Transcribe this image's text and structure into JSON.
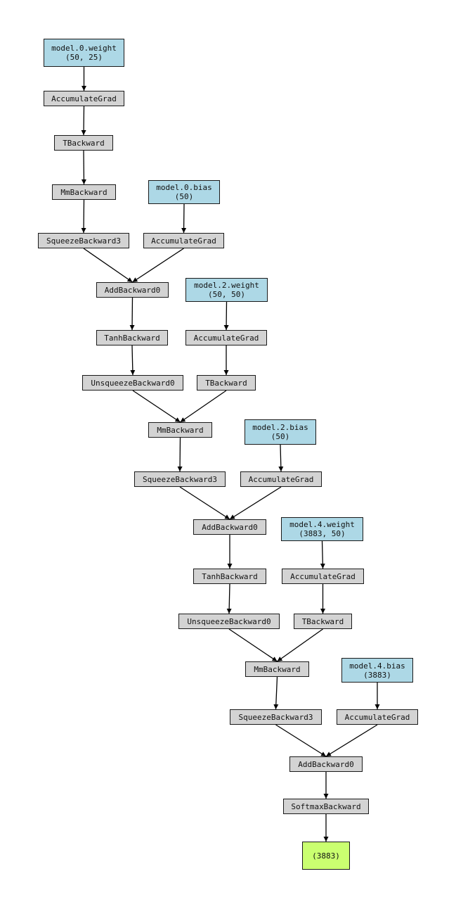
{
  "colors": {
    "param": "#add8e6",
    "op": "#d3d3d3",
    "output": "#caff70",
    "edge": "#000000"
  },
  "nodes": [
    {
      "id": "w0",
      "kind": "param",
      "label": "model.0.weight\n(50, 25)"
    },
    {
      "id": "acc_w0",
      "kind": "op",
      "label": "AccumulateGrad"
    },
    {
      "id": "t0",
      "kind": "op",
      "label": "TBackward"
    },
    {
      "id": "mm0",
      "kind": "op",
      "label": "MmBackward"
    },
    {
      "id": "b0",
      "kind": "param",
      "label": "model.0.bias\n(50)"
    },
    {
      "id": "sq0",
      "kind": "op",
      "label": "SqueezeBackward3"
    },
    {
      "id": "acc_b0",
      "kind": "op",
      "label": "AccumulateGrad"
    },
    {
      "id": "add0",
      "kind": "op",
      "label": "AddBackward0"
    },
    {
      "id": "w2",
      "kind": "param",
      "label": "model.2.weight\n(50, 50)"
    },
    {
      "id": "tanh0",
      "kind": "op",
      "label": "TanhBackward"
    },
    {
      "id": "acc_w2",
      "kind": "op",
      "label": "AccumulateGrad"
    },
    {
      "id": "unsq0",
      "kind": "op",
      "label": "UnsqueezeBackward0"
    },
    {
      "id": "t2",
      "kind": "op",
      "label": "TBackward"
    },
    {
      "id": "mm2",
      "kind": "op",
      "label": "MmBackward"
    },
    {
      "id": "b2",
      "kind": "param",
      "label": "model.2.bias\n(50)"
    },
    {
      "id": "sq2",
      "kind": "op",
      "label": "SqueezeBackward3"
    },
    {
      "id": "acc_b2",
      "kind": "op",
      "label": "AccumulateGrad"
    },
    {
      "id": "add2",
      "kind": "op",
      "label": "AddBackward0"
    },
    {
      "id": "w4",
      "kind": "param",
      "label": "model.4.weight\n(3883, 50)"
    },
    {
      "id": "tanh2",
      "kind": "op",
      "label": "TanhBackward"
    },
    {
      "id": "acc_w4",
      "kind": "op",
      "label": "AccumulateGrad"
    },
    {
      "id": "unsq2",
      "kind": "op",
      "label": "UnsqueezeBackward0"
    },
    {
      "id": "t4",
      "kind": "op",
      "label": "TBackward"
    },
    {
      "id": "mm4",
      "kind": "op",
      "label": "MmBackward"
    },
    {
      "id": "b4",
      "kind": "param",
      "label": "model.4.bias\n(3883)"
    },
    {
      "id": "sq4",
      "kind": "op",
      "label": "SqueezeBackward3"
    },
    {
      "id": "acc_b4",
      "kind": "op",
      "label": "AccumulateGrad"
    },
    {
      "id": "add4",
      "kind": "op",
      "label": "AddBackward0"
    },
    {
      "id": "softmax",
      "kind": "op",
      "label": "SoftmaxBackward"
    },
    {
      "id": "out",
      "kind": "output",
      "label": "(3883)"
    }
  ],
  "edges": [
    [
      "w0",
      "acc_w0"
    ],
    [
      "acc_w0",
      "t0"
    ],
    [
      "t0",
      "mm0"
    ],
    [
      "mm0",
      "sq0"
    ],
    [
      "b0",
      "acc_b0"
    ],
    [
      "sq0",
      "add0"
    ],
    [
      "acc_b0",
      "add0"
    ],
    [
      "add0",
      "tanh0"
    ],
    [
      "w2",
      "acc_w2"
    ],
    [
      "tanh0",
      "unsq0"
    ],
    [
      "acc_w2",
      "t2"
    ],
    [
      "unsq0",
      "mm2"
    ],
    [
      "t2",
      "mm2"
    ],
    [
      "mm2",
      "sq2"
    ],
    [
      "b2",
      "acc_b2"
    ],
    [
      "sq2",
      "add2"
    ],
    [
      "acc_b2",
      "add2"
    ],
    [
      "add2",
      "tanh2"
    ],
    [
      "w4",
      "acc_w4"
    ],
    [
      "tanh2",
      "unsq2"
    ],
    [
      "acc_w4",
      "t4"
    ],
    [
      "unsq2",
      "mm4"
    ],
    [
      "t4",
      "mm4"
    ],
    [
      "mm4",
      "sq4"
    ],
    [
      "b4",
      "acc_b4"
    ],
    [
      "sq4",
      "add4"
    ],
    [
      "acc_b4",
      "add4"
    ],
    [
      "add4",
      "softmax"
    ],
    [
      "softmax",
      "out"
    ]
  ]
}
